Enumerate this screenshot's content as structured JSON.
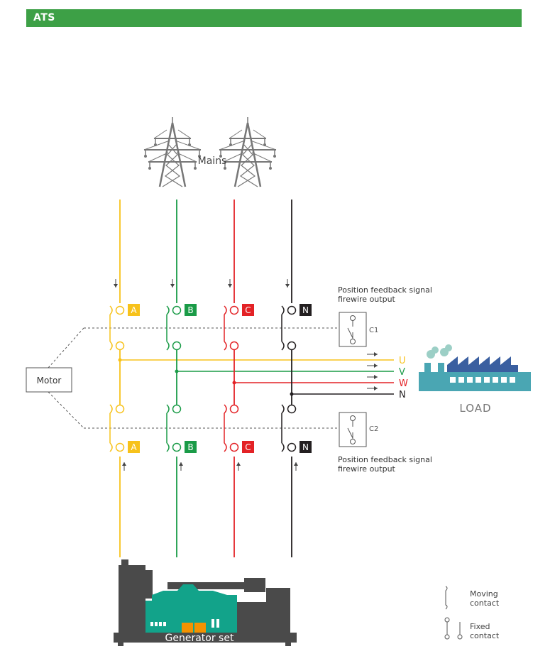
{
  "header": {
    "title": "ATS"
  },
  "labels": {
    "mains": "Mains",
    "motor": "Motor",
    "load": "LOAD",
    "generator": "Generator set",
    "feedback_top_line1": "Position feedback signal",
    "feedback_top_line2": "firewire output",
    "feedback_bottom_line1": "Position feedback signal",
    "feedback_bottom_line2": "firewire output",
    "c1": "C1",
    "c2": "C2"
  },
  "phases": [
    {
      "name": "A",
      "color": "#f7c21b"
    },
    {
      "name": "B",
      "color": "#1a9b47"
    },
    {
      "name": "C",
      "color": "#e32226"
    },
    {
      "name": "N",
      "color": "#231f20"
    }
  ],
  "outputs": [
    {
      "name": "U",
      "color": "#f7c21b"
    },
    {
      "name": "V",
      "color": "#1a9b47"
    },
    {
      "name": "W",
      "color": "#e32226"
    },
    {
      "name": "N",
      "color": "#231f20"
    }
  ],
  "legend": {
    "moving_line1": "Moving",
    "moving_line2": "contact",
    "fixed_line1": "Fixed",
    "fixed_line2": "contact"
  },
  "colors": {
    "header": "#3da046",
    "generator_body": "#4a4a4a",
    "generator_engine": "#12a38a",
    "generator_accent": "#f39200",
    "factory_body": "#4aa6b3",
    "factory_roof": "#3a5fa0",
    "tower": "#777777"
  }
}
